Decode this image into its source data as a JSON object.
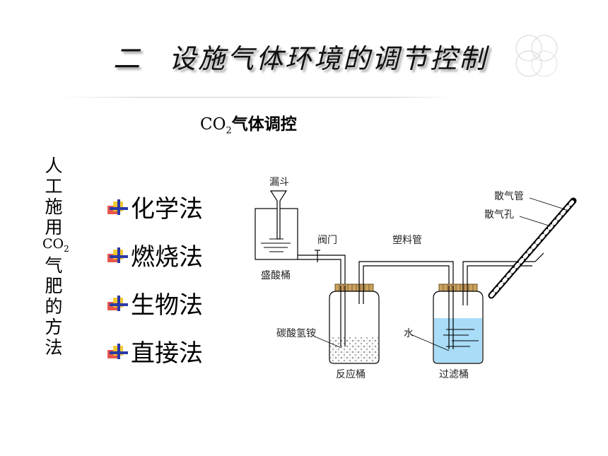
{
  "header": {
    "number": "二",
    "title": "设施气体环境的调节控制"
  },
  "subtitle": {
    "prefix": "CO",
    "sub": "2",
    "suffix": "气体调控"
  },
  "side_label": {
    "before": [
      "人",
      "工",
      "施",
      "用"
    ],
    "co2_prefix": "CO",
    "co2_sub": "2",
    "after": [
      "气",
      "肥",
      "的",
      "方",
      "法"
    ]
  },
  "methods": [
    {
      "label": "化学法"
    },
    {
      "label": "燃烧法"
    },
    {
      "label": "生物法"
    },
    {
      "label": "直接法"
    }
  ],
  "diagram_labels": {
    "funnel": "漏斗",
    "valve": "阀门",
    "plastic_tube": "塑料管",
    "diffuser_tube": "散气管",
    "diffuser_hole": "散气孔",
    "acid_bucket": "盛酸桶",
    "ammonium_bicarbonate": "碳酸氢铵",
    "water": "水",
    "reaction_bucket": "反应桶",
    "filter_bucket": "过滤桶"
  },
  "colors": {
    "water": "#a9dcf7",
    "cap": "#c9a15e",
    "bullet_red": "#e23a2e",
    "bullet_yellow": "#f4c520",
    "bullet_blue": "#2a3aa8"
  }
}
